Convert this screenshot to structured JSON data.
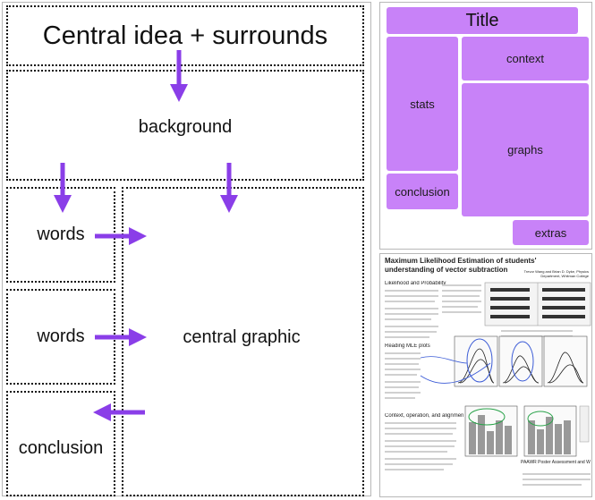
{
  "left_panel": {
    "central_idea": "Central idea + surrounds",
    "background": "background",
    "words_1": "words",
    "words_2": "words",
    "central_graphic": "central graphic",
    "conclusion": "conclusion"
  },
  "template_panel": {
    "title": "Title",
    "stats": "stats",
    "context": "context",
    "graphs": "graphs",
    "conclusion": "conclusion",
    "extras": "extras"
  },
  "poster": {
    "title": "Maximum Likelihood Estimation of students' understanding of vector subtraction",
    "authors": "Trevor Wang and Brian D. Dyke, Physics Department, Whitman College",
    "section_1": "Likelihood and Probability",
    "section_2": "Reading MLE plots",
    "section_3": "Context, operation, and alignment",
    "footer": "PAAWR Poster Assessment and Web Recording"
  },
  "colors": {
    "accent": "#8a3ee8",
    "box": "#c882f8",
    "frame": "#b8b8b8"
  }
}
